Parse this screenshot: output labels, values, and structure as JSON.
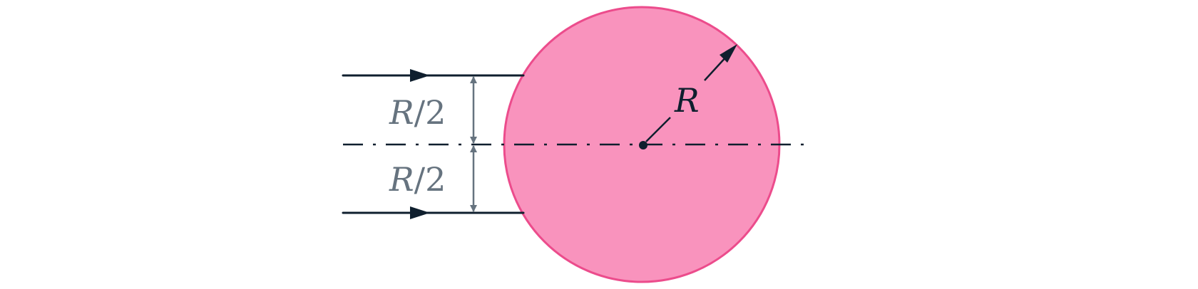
{
  "labels": {
    "radius": "R",
    "upper_offset_var": "R",
    "upper_offset_rest": "/2",
    "lower_offset_var": "R",
    "lower_offset_rest": "/2"
  },
  "colors": {
    "circle_fill": "#f993bd",
    "circle_stroke": "#ec4c8c",
    "ray": "#0f1f2e",
    "dimension": "#66737f",
    "axis": "#0f1f2e"
  }
}
